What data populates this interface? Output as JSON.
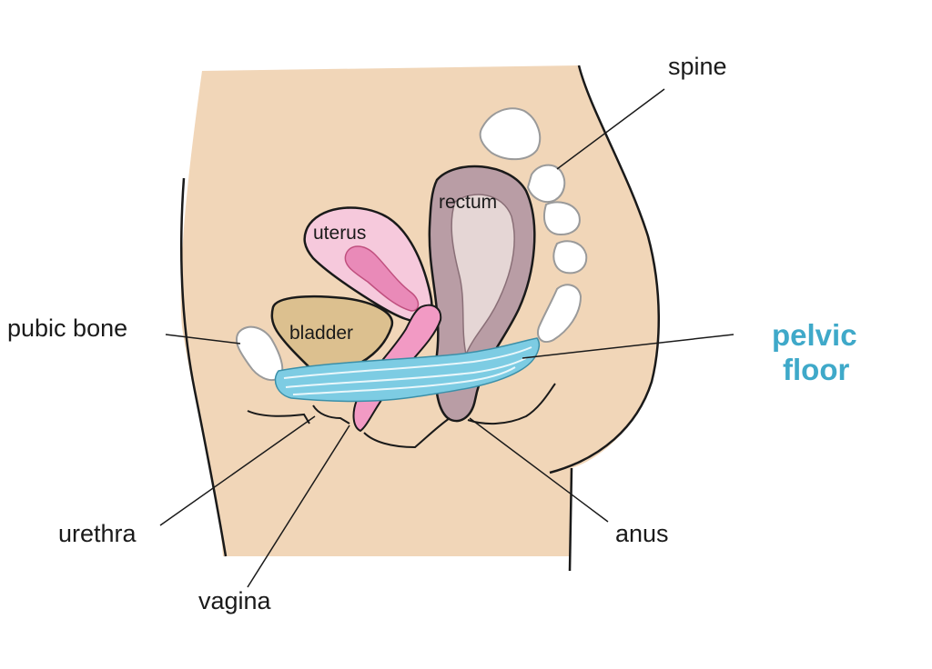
{
  "labels": {
    "spine": "spine",
    "rectum": "rectum",
    "uterus": "uterus",
    "bladder": "bladder",
    "pubic_bone": "pubic bone",
    "pelvic_floor_line1": "pelvic",
    "pelvic_floor_line2": "floor",
    "urethra": "urethra",
    "vagina": "vagina",
    "anus": "anus"
  },
  "colors": {
    "skin": "#f1d6b8",
    "bladder": "#dcc08f",
    "uterus": "#f6c9dc",
    "uterus_inner": "#e98ab8",
    "rectum": "#b99da5",
    "rectum_inner": "#e5d6d5",
    "muscle": "#7dcce3",
    "bone": "#ffffff",
    "accent": "#3fa9c9",
    "outline": "#1a1a1a"
  }
}
